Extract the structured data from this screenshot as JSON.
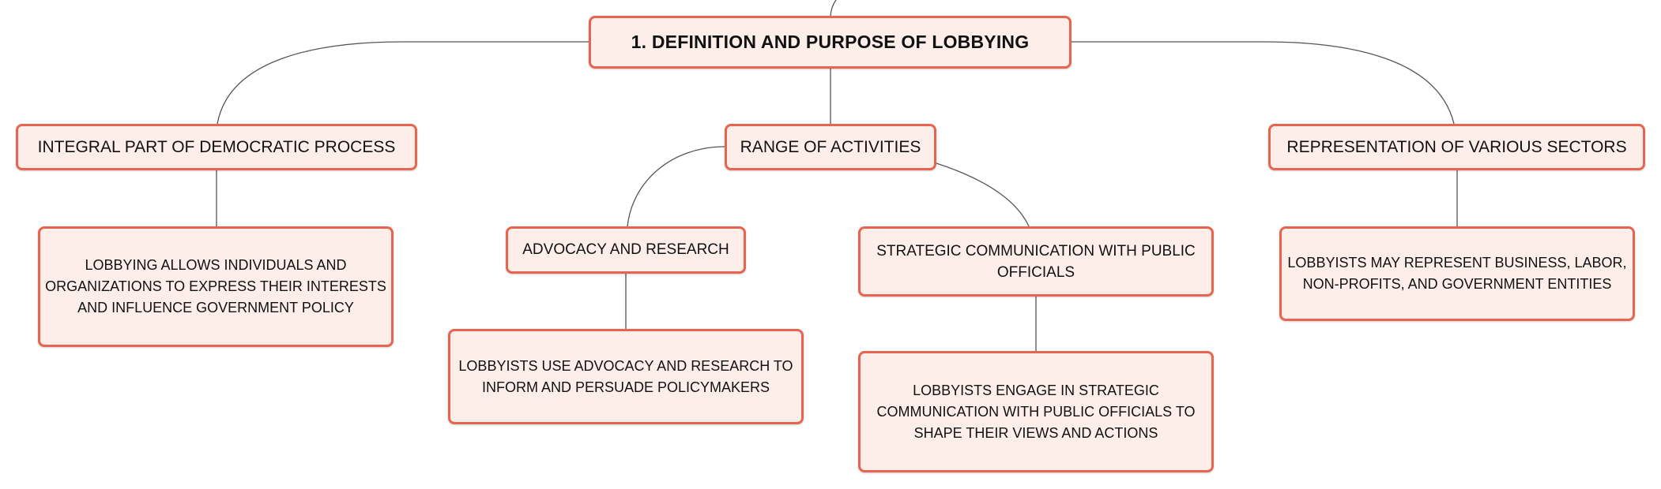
{
  "root": {
    "label": "1. DEFINITION AND PURPOSE OF LOBBYING"
  },
  "branches": {
    "democratic": {
      "label": "INTEGRAL PART OF DEMOCRATIC PROCESS",
      "detail": "LOBBYING ALLOWS INDIVIDUALS AND ORGANIZATIONS TO EXPRESS THEIR INTERESTS AND INFLUENCE GOVERNMENT POLICY"
    },
    "activities": {
      "label": "RANGE OF ACTIVITIES",
      "advocacy": {
        "label": "ADVOCACY AND RESEARCH",
        "detail": "LOBBYISTS USE ADVOCACY AND RESEARCH TO INFORM AND PERSUADE POLICYMAKERS"
      },
      "communication": {
        "label": "STRATEGIC COMMUNICATION WITH PUBLIC OFFICIALS",
        "detail": "LOBBYISTS ENGAGE IN STRATEGIC COMMUNICATION WITH PUBLIC OFFICIALS TO SHAPE THEIR VIEWS AND ACTIONS"
      }
    },
    "sectors": {
      "label": "REPRESENTATION OF VARIOUS SECTORS",
      "detail": "LOBBYISTS MAY REPRESENT BUSINESS, LABOR, NON-PROFITS, AND GOVERNMENT ENTITIES"
    }
  },
  "colors": {
    "node_border": "#e76550",
    "node_fill": "#fdeeea",
    "connector": "#555555"
  }
}
